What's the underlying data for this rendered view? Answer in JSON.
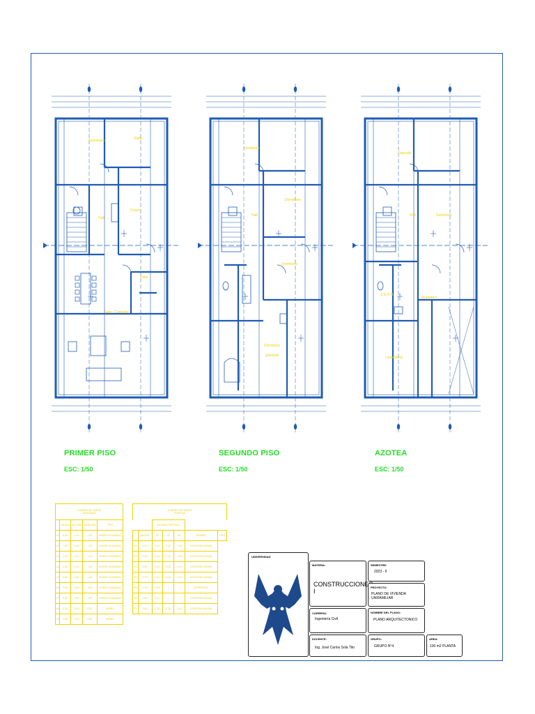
{
  "plans": [
    {
      "title": "PRIMER PISO",
      "scale": "ESC: 1/50"
    },
    {
      "title": "SEGUNDO PISO",
      "scale": "ESC: 1/50"
    },
    {
      "title": "AZOTEA",
      "scale": "ESC: 1/50"
    }
  ],
  "rooms": {
    "primer": [
      "Dormitorio",
      "Baño",
      "Hall",
      "Cocina",
      "Patio",
      "Sala - Comedor"
    ],
    "segundo": [
      "Dormitorio",
      "Hall",
      "Dormitorio",
      "Dormitorio",
      "Dormitorio",
      "principal"
    ],
    "azotea": [
      "Deposito",
      "Hall",
      "Dormitorio",
      "S.S.H.H.",
      "Tendedero",
      "Lavandería"
    ]
  },
  "schedule_left": {
    "title": "CUADRO DE VANOS",
    "subtitle": "VENTANAS",
    "headers": [
      "ANCHO",
      "ALTURA",
      "ALFEIZAR",
      "TIPO"
    ],
    "rows": [
      [
        "V1",
        "2.00",
        "1.00",
        "1.10",
        "VIDRIO+ALUMINIO"
      ],
      [
        "V2",
        "1.50",
        "1.00",
        "1.10",
        "VIDRIO+ALUMINIO"
      ],
      [
        "V3",
        "1.20",
        "1.00",
        "1.10",
        "VIDRIO+ALUMINIO"
      ],
      [
        "V4",
        "1.00",
        "1.00",
        "1.10",
        "VIDRIO+ALUMINIO"
      ],
      [
        "V5",
        "0.80",
        "0.60",
        "1.50",
        "VIDRIO+ALUMINIO"
      ],
      [
        "V6",
        "0.60",
        "0.60",
        "1.50",
        "VIDRIO+ALUMINIO"
      ],
      [
        "V7",
        "0.50",
        "0.60",
        "1.50",
        "VIDRIO+ALUMINIO"
      ],
      [
        "V8",
        "2.10",
        "2.00",
        "0.00",
        "VIDRIO"
      ],
      [
        "V9",
        "1.80",
        "2.00",
        "0.00",
        "VIDRIO"
      ]
    ]
  },
  "schedule_right": {
    "title": "CUADRO DE VANOS",
    "subtitle": "PUERTAS",
    "group": "ALTURA POR PISO",
    "headers": [
      "ANCHO",
      "1P",
      "2P",
      "AZ",
      "DISEÑO",
      "TIPO"
    ],
    "rows": [
      [
        "P1",
        "1.00",
        "2.10",
        "2.10",
        "2.10",
        "CONTRAPLACADA"
      ],
      [
        "P2",
        "0.90",
        "2.10",
        "2.10",
        "2.10",
        "CONTRAPLACADA"
      ],
      [
        "P3",
        "0.80",
        "2.10",
        "2.10",
        "2.10",
        "CONTRAPLACADA"
      ],
      [
        "P4",
        "0.70",
        "2.10",
        "2.10",
        "2.10",
        "CONTRAPLACADA"
      ],
      [
        "P5",
        "1.50",
        "2.10",
        "---",
        "---",
        "CORREDIZA"
      ],
      [
        "P6",
        "2.50",
        "2.10",
        "---",
        "---",
        "CONTRAPLACADA"
      ],
      [
        "P7",
        "0.60",
        "2.10",
        "2.10",
        "2.10",
        "CONTRAPLACADA"
      ]
    ]
  },
  "title_block": {
    "university_label": "UNIVERSIDAD",
    "materia_label": "MATERIA:",
    "materia": "CONSTRUCCIONES I",
    "semestre_label": "SEMESTRE:",
    "semestre": "2023 - II",
    "proyecto_label": "PROYECTO:",
    "proyecto": "PLANO DE VIVIENDA UNIFAMILIAR",
    "carrera_label": "CARRERA:",
    "carrera": "Ingeniería Civil",
    "nombre_label": "NOMBRE DEL PLANO:",
    "nombre": "PLANO ARQUITECTONICO",
    "docente_label": "DOCENTE:",
    "docente": "Ing. José Carlos Sola Tito",
    "grupo_label": "GRUPO:",
    "grupo": "GRUPO N°4",
    "area_label": "AREA:",
    "area": "100 m2 PLANTA"
  },
  "colors": {
    "lines": "#1f5bb5",
    "titles": "#22dd22",
    "labels": "#f0d000",
    "logo": "#1e4a8c"
  }
}
